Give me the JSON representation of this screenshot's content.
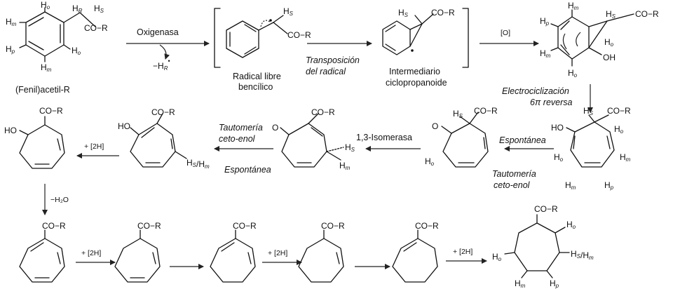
{
  "labels": {
    "start_compound": "(Fenil)acetil-R",
    "step_oxygenase": "Oxigenasa",
    "byproduct_h": "−H",
    "benzylic_radical": "Radical libre bencílico",
    "radical_transposition": "Transposición del radical",
    "cyclopropanoid": "Intermediario ciclopropanoide",
    "oxidation": "[O]",
    "electrocyclization": "Electrociclización",
    "electrocyclization_2": "6π reversa",
    "spontaneous_1": "Espontánea",
    "tautomeria_1": "Tautomería",
    "ceto_enol_1": "ceto-enol",
    "isomerase": "1,3-Isomerasa",
    "tautomeria_2": "Tautomería",
    "ceto_enol_2": "ceto-enol",
    "spontaneous_2": "Espontánea",
    "reduction_1": "+ [2H]",
    "dehydration": "−H₂O",
    "reduction_2": "+ [2H]",
    "reduction_3": "+ [2H]",
    "reduction_4": "+ [2H]"
  },
  "atoms": {
    "cor": "CO−R",
    "co": "CO",
    "r": "R",
    "o": "O",
    "oh": "OH",
    "ho": "HO",
    "h": "H",
    "hs_hm": "/H",
    "sub_o": "o",
    "sub_m": "m",
    "sub_p": "p",
    "sub_r": "R",
    "sub_s": "S",
    "dot": "•"
  },
  "colors": {
    "ink": "#111111",
    "arrow": "#222222",
    "background": "#ffffff"
  }
}
